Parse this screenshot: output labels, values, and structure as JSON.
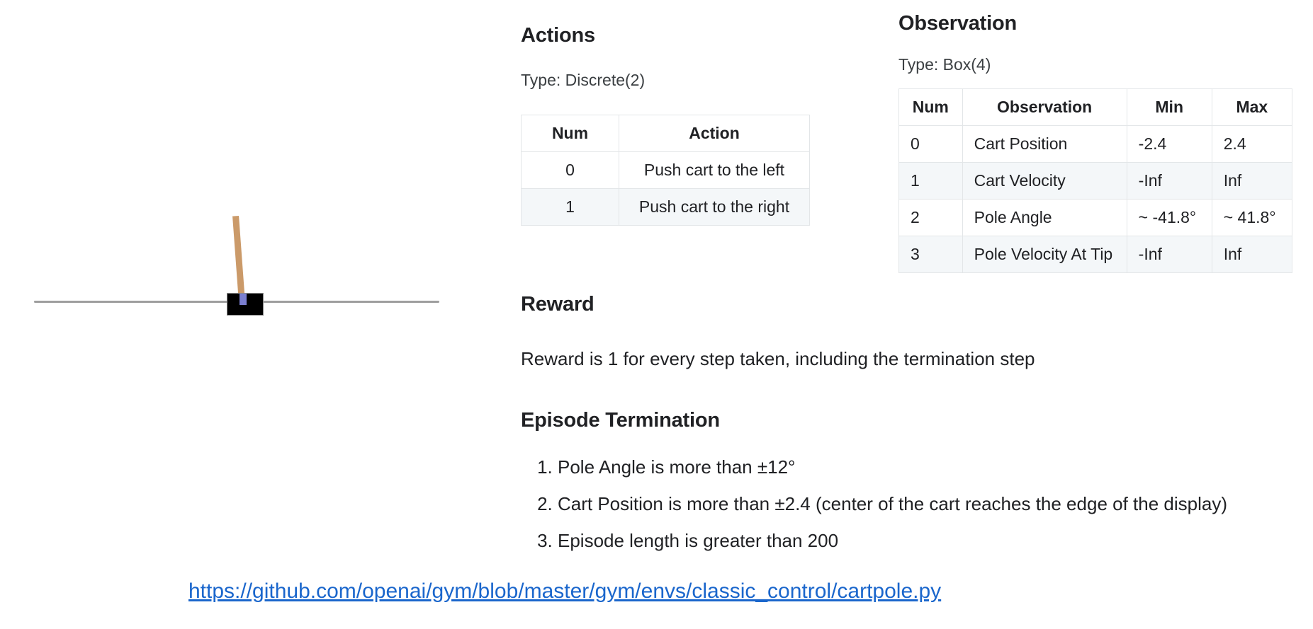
{
  "figure": {
    "name": "cartpole-illustration",
    "cart_color": "#000000",
    "pole_color": "#cb9a69",
    "axle_color": "#7b7fd0",
    "track_color": "#9e9e9e"
  },
  "actions": {
    "heading": "Actions",
    "type_label": "Type: Discrete(2)",
    "columns": [
      "Num",
      "Action"
    ],
    "rows": [
      {
        "num": "0",
        "action": "Push cart to the left"
      },
      {
        "num": "1",
        "action": "Push cart to the right"
      }
    ]
  },
  "observation": {
    "heading": "Observation",
    "type_label": "Type: Box(4)",
    "columns": [
      "Num",
      "Observation",
      "Min",
      "Max"
    ],
    "rows": [
      {
        "num": "0",
        "observation": "Cart Position",
        "min": "-2.4",
        "max": "2.4"
      },
      {
        "num": "1",
        "observation": "Cart Velocity",
        "min": "-Inf",
        "max": "Inf"
      },
      {
        "num": "2",
        "observation": "Pole Angle",
        "min": "~ -41.8°",
        "max": "~ 41.8°"
      },
      {
        "num": "3",
        "observation": "Pole Velocity At Tip",
        "min": "-Inf",
        "max": "Inf"
      }
    ]
  },
  "reward": {
    "heading": "Reward",
    "text": "Reward is 1 for every step taken, including the termination step"
  },
  "termination": {
    "heading": "Episode Termination",
    "items": [
      "Pole Angle is more than ±12°",
      "Cart Position is more than ±2.4 (center of the cart reaches the edge of the display)",
      "Episode length is greater than 200"
    ]
  },
  "link": {
    "text": "https://github.com/openai/gym/blob/master/gym/envs/classic_control/cartpole.py",
    "color": "#1a66cc"
  }
}
